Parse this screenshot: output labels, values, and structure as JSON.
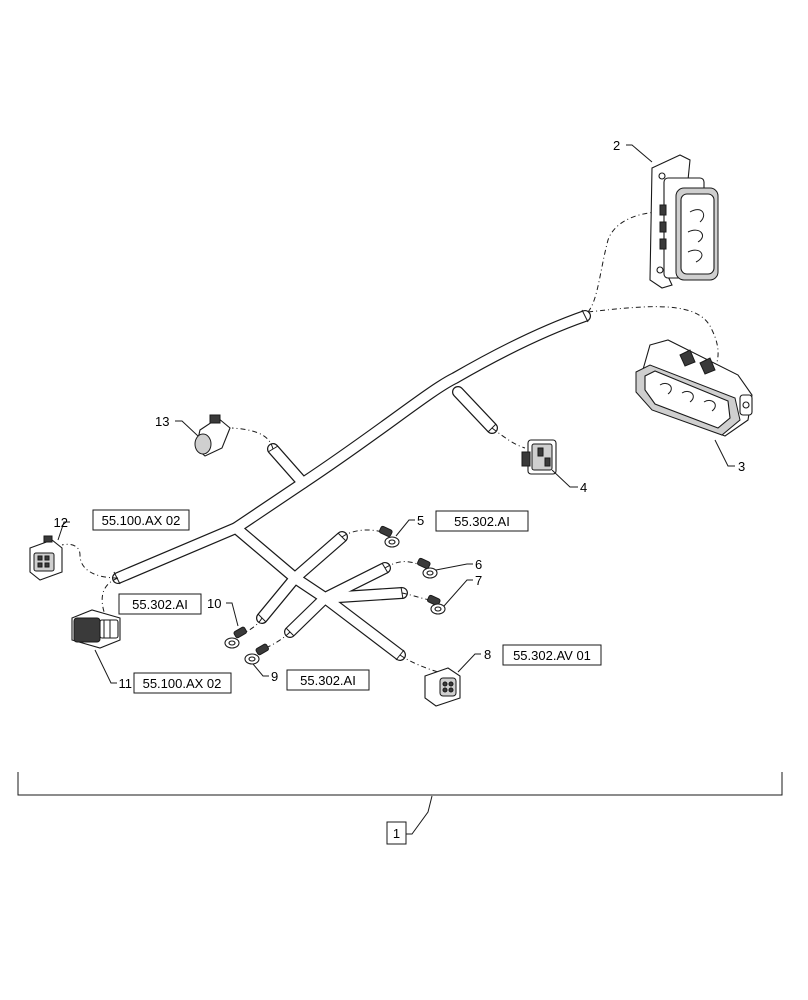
{
  "callouts": {
    "n1": "1",
    "n2": "2",
    "n3": "3",
    "n4": "4",
    "n5": "5",
    "n6": "6",
    "n7": "7",
    "n8": "8",
    "n9": "9",
    "n10": "10",
    "n11": "11",
    "n12": "12",
    "n13": "13"
  },
  "references": {
    "ref_12": "55.100.AX 02",
    "ref_5": "55.302.AI",
    "ref_10": "55.302.AI",
    "ref_11": "55.100.AX 02",
    "ref_9": "55.302.AI",
    "ref_8": "55.302.AV 01"
  },
  "icons": {
    "part_2": "fuse-relay-box-icon",
    "part_3": "fuse-relay-box-icon",
    "part_4": "relay-connector-icon",
    "part_13": "connector-plug-icon",
    "part_12": "connector-plug-icon",
    "part_11": "multi-pin-connector-icon",
    "part_8": "connector-plug-icon",
    "terminals": "ring-terminal-icon"
  },
  "colors": {
    "ink": "#1a1a1a",
    "background": "#ffffff"
  }
}
